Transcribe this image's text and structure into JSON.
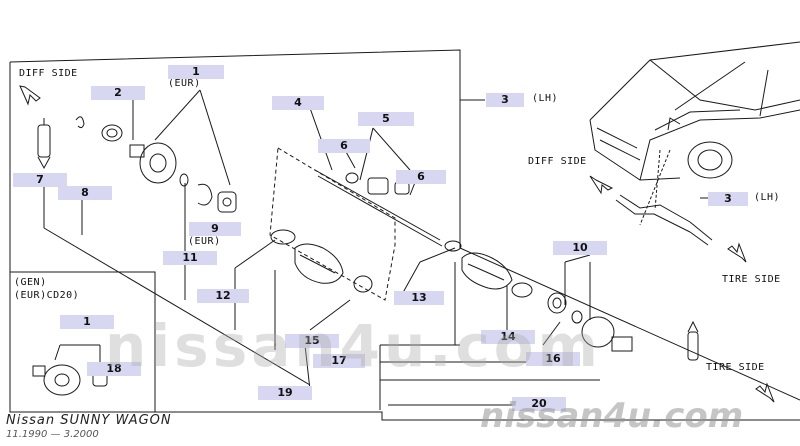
{
  "colors": {
    "tag_bg": "#d8d7f2",
    "line": "#1a1a1a",
    "watermark": "#aaaaaa"
  },
  "labels": {
    "diff_side_top": "DIFF SIDE",
    "diff_side_right": "DIFF SIDE",
    "tire_side_right": "TIRE SIDE",
    "tire_side_bottom": "TIRE SIDE",
    "eur_1": "(EUR)",
    "eur_9": "(EUR)",
    "lh_top": "(LH)",
    "lh_right": "(LH)",
    "gen": "(GEN)",
    "eur_cd20": "(EUR)CD20)"
  },
  "parts": {
    "p1": "1",
    "p1b": "1",
    "p2": "2",
    "p3": "3",
    "p3b": "3",
    "p4": "4",
    "p5": "5",
    "p6a": "6",
    "p6b": "6",
    "p7": "7",
    "p8": "8",
    "p9": "9",
    "p10": "10",
    "p11": "11",
    "p12": "12",
    "p13": "13",
    "p14": "14",
    "p15": "15",
    "p16": "16",
    "p17": "17",
    "p18": "18",
    "p19": "19",
    "p20": "20"
  },
  "title": {
    "model": "Nissan SUNNY WAGON",
    "dates": "11.1990 — 3.2000"
  },
  "watermarks": {
    "center": "nissan4u.com",
    "corner": "nissan4u.com"
  },
  "icons": [
    "arrow-diff-side-icon",
    "arrow-tire-side-icon",
    "car-front-icon"
  ]
}
